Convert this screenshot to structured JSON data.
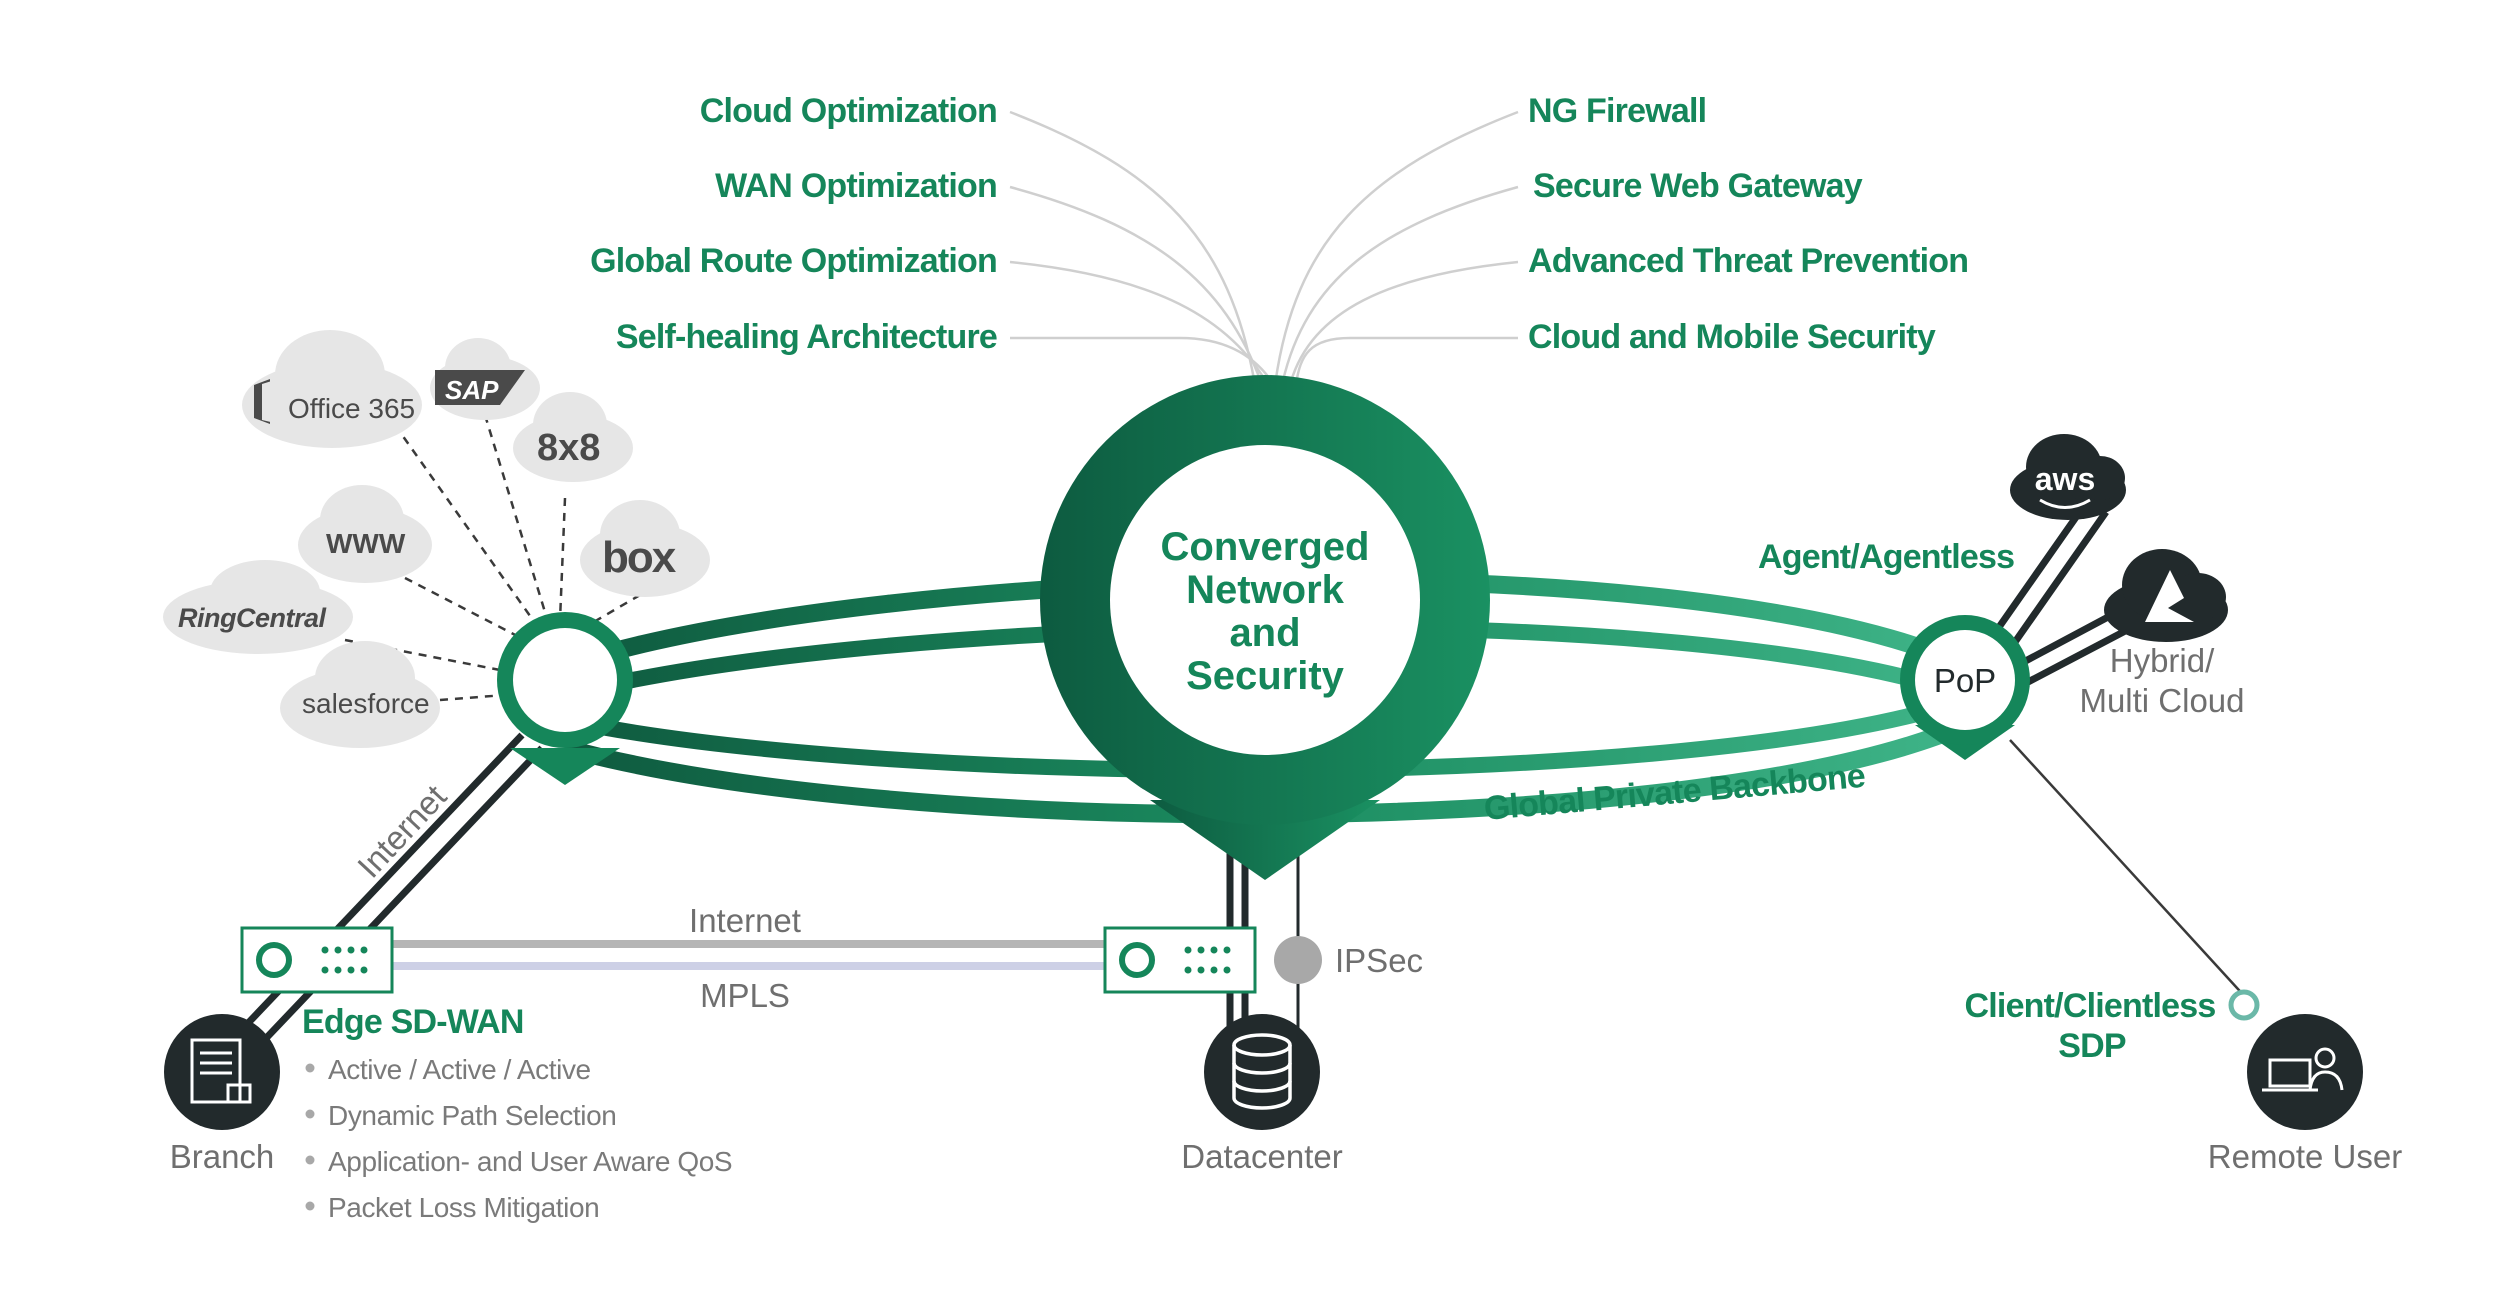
{
  "colors": {
    "brand_green": "#15865a",
    "dark_green": "#0f5a3f",
    "ring_light": "#3fb488",
    "cloud_grey": "#e6e6e6",
    "dark_node": "#222a2c"
  },
  "hub": {
    "line1": "Converged",
    "line2": "Network",
    "line3": "and",
    "line4": "Security"
  },
  "features_left": [
    "Cloud Optimization",
    "WAN Optimization",
    "Global Route Optimization",
    "Self-healing Architecture"
  ],
  "features_right": [
    "NG Firewall",
    "Secure Web Gateway",
    "Advanced Threat Prevention",
    "Cloud and Mobile Security"
  ],
  "saas_clouds": [
    "Office 365",
    "SAP",
    "8x8",
    "WWW",
    "box",
    "RingCentral",
    "salesforce"
  ],
  "labels": {
    "internet_diag": "Internet",
    "internet_link": "Internet",
    "mpls_link": "MPLS",
    "ipsec": "IPSec",
    "edge_title": "Edge SD-WAN",
    "branch": "Branch",
    "datacenter": "Datacenter",
    "remote_user": "Remote User",
    "pop": "PoP",
    "agent": "Agent/Agentless",
    "hybrid_line1": "Hybrid/",
    "hybrid_line2": "Multi Cloud",
    "backbone": "Global Private Backbone",
    "client_line1": "Client/Clientless",
    "client_line2": "SDP",
    "aws": "aws"
  },
  "edge_features": [
    "Active / Active / Active",
    "Dynamic Path Selection",
    "Application- and User Aware QoS",
    "Packet Loss Mitigation"
  ]
}
